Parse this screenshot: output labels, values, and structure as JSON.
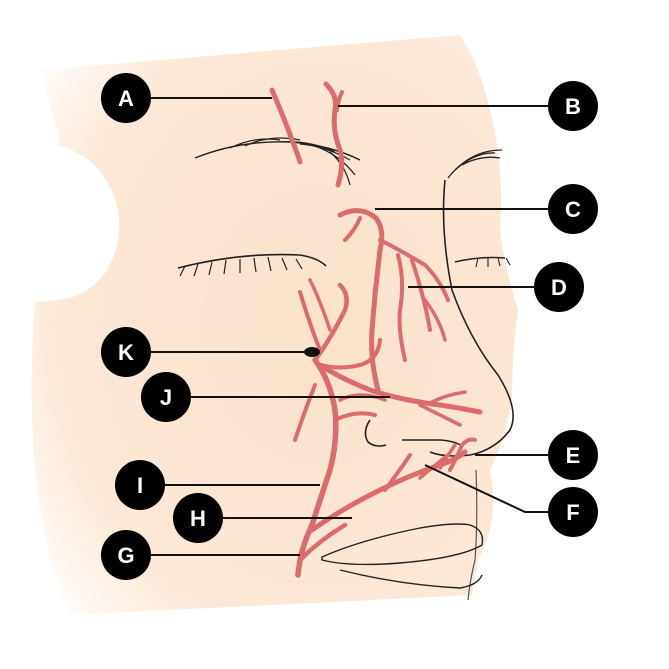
{
  "colors": {
    "skin": "#fbe3cc",
    "vessel": "#dc6b6b",
    "outline": "#222222",
    "callout": "#000000",
    "callout_text": "#ffffff"
  },
  "labels": {
    "A": "A",
    "B": "B",
    "C": "C",
    "D": "D",
    "E": "E",
    "F": "F",
    "G": "G",
    "H": "H",
    "I": "I",
    "J": "J",
    "K": "K"
  }
}
